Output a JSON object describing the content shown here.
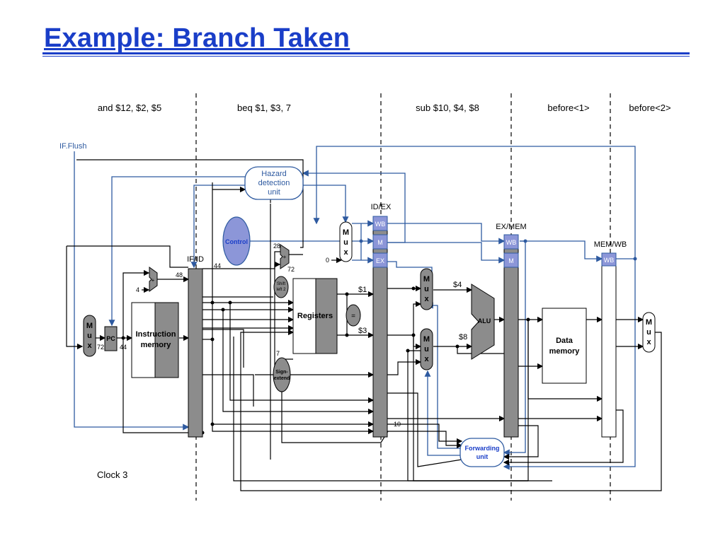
{
  "title": "Example: Branch Taken",
  "stages": {
    "if": "and $12, $2, $5",
    "id": "beq $1, $3, 7",
    "ex": "sub $10, $4, $8",
    "mem": "before<1>",
    "wb": "before<2>"
  },
  "clock": "Clock 3",
  "labels": {
    "if_flush": "IF.Flush",
    "hazard_1": "Hazard",
    "hazard_2": "detection",
    "hazard_3": "unit",
    "control": "Control",
    "mux_m": "M",
    "mux_u": "u",
    "mux_x": "x",
    "pc": "PC",
    "instr_mem_1": "Instruction",
    "instr_mem_2": "memory",
    "registers": "Registers",
    "alu": "ALU",
    "data_mem_1": "Data",
    "data_mem_2": "memory",
    "forwarding_1": "Forwarding",
    "forwarding_2": "unit",
    "sign_ext_1": "Sign-",
    "sign_ext_2": "extend",
    "shift_1": "Shift",
    "shift_2": "left 2",
    "plus": "+",
    "eq": "=",
    "if_id": "IF/ID",
    "id_ex": "ID/EX",
    "ex_mem": "EX/MEM",
    "mem_wb": "MEM/WB",
    "wb": "WB",
    "m": "M",
    "ex": "EX",
    "reg_s1": "$1",
    "reg_s3": "$3",
    "reg_s4": "$4",
    "reg_s8": "$8",
    "v4": "4",
    "v0": "0",
    "v48": "48",
    "v44a": "44",
    "v44b": "44",
    "v72a": "72",
    "v72b": "72",
    "v28": "28",
    "v7": "7",
    "v10": "10"
  },
  "colors": {
    "title": "#1a3ec8",
    "blue_line": "#2e5aa0",
    "pipe_reg": "#8c8c8c",
    "control_fill": "#8c96d8",
    "ctrl_box": "#8c96d8"
  }
}
